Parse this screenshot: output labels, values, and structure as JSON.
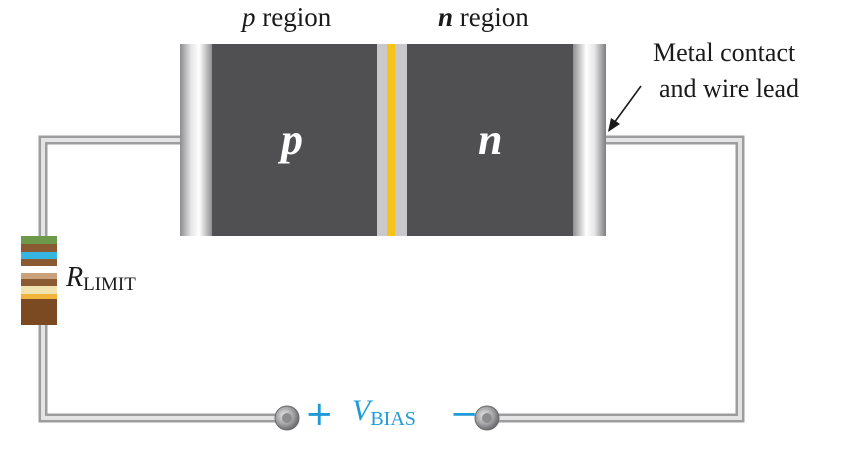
{
  "labels": {
    "p_region_letter": "p",
    "p_region_word": "region",
    "n_region_letter": "n",
    "n_region_word": "region",
    "p_block": "p",
    "n_block": "n",
    "metal_contact_line1": "Metal contact",
    "metal_contact_line2": "and wire lead",
    "resistor_symbol": "R",
    "resistor_subscript": "LIMIT",
    "bias_symbol": "V",
    "bias_subscript": "BIAS",
    "plus_sign": "+",
    "minus_sign": "−"
  },
  "colors": {
    "semiconductor": "#505052",
    "junction": "#f7c21a",
    "wire": "#b9b9bb",
    "bias_text": "#1e9ad6",
    "resistor_body": "#8a5a33"
  }
}
